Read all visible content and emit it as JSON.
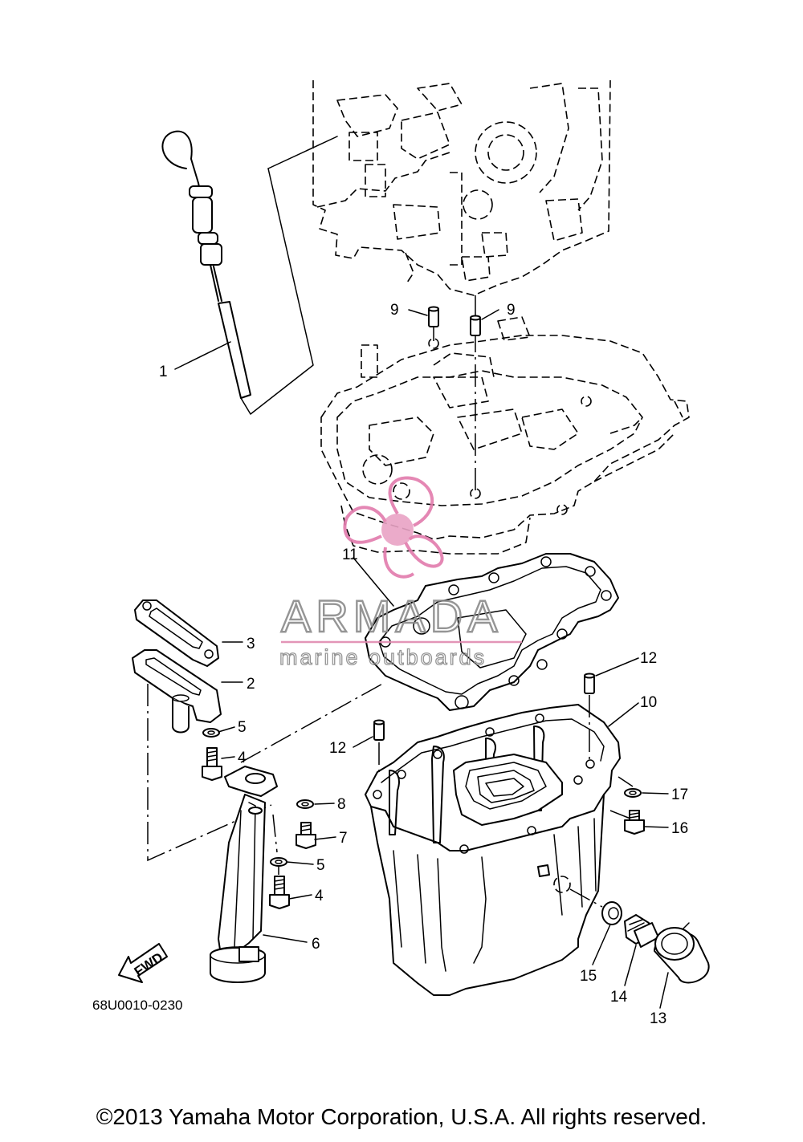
{
  "diagram": {
    "code": "68U0010-0230",
    "fwd_label": "FWD",
    "copyright": "©2013 Yamaha Motor Corporation, U.S.A. All rights reserved.",
    "watermark": {
      "brand": "ARMADA",
      "tagline": "marine outboards",
      "accent_color": "#e27bac"
    },
    "callouts": {
      "c1": "1",
      "c2": "2",
      "c3": "3",
      "c4a": "4",
      "c4b": "4",
      "c5a": "5",
      "c5b": "5",
      "c6": "6",
      "c7": "7",
      "c8": "8",
      "c9a": "9",
      "c9b": "9",
      "c10": "10",
      "c11": "11",
      "c12a": "12",
      "c12b": "12",
      "c13": "13",
      "c14": "14",
      "c15": "15",
      "c16": "16",
      "c17": "17"
    }
  }
}
